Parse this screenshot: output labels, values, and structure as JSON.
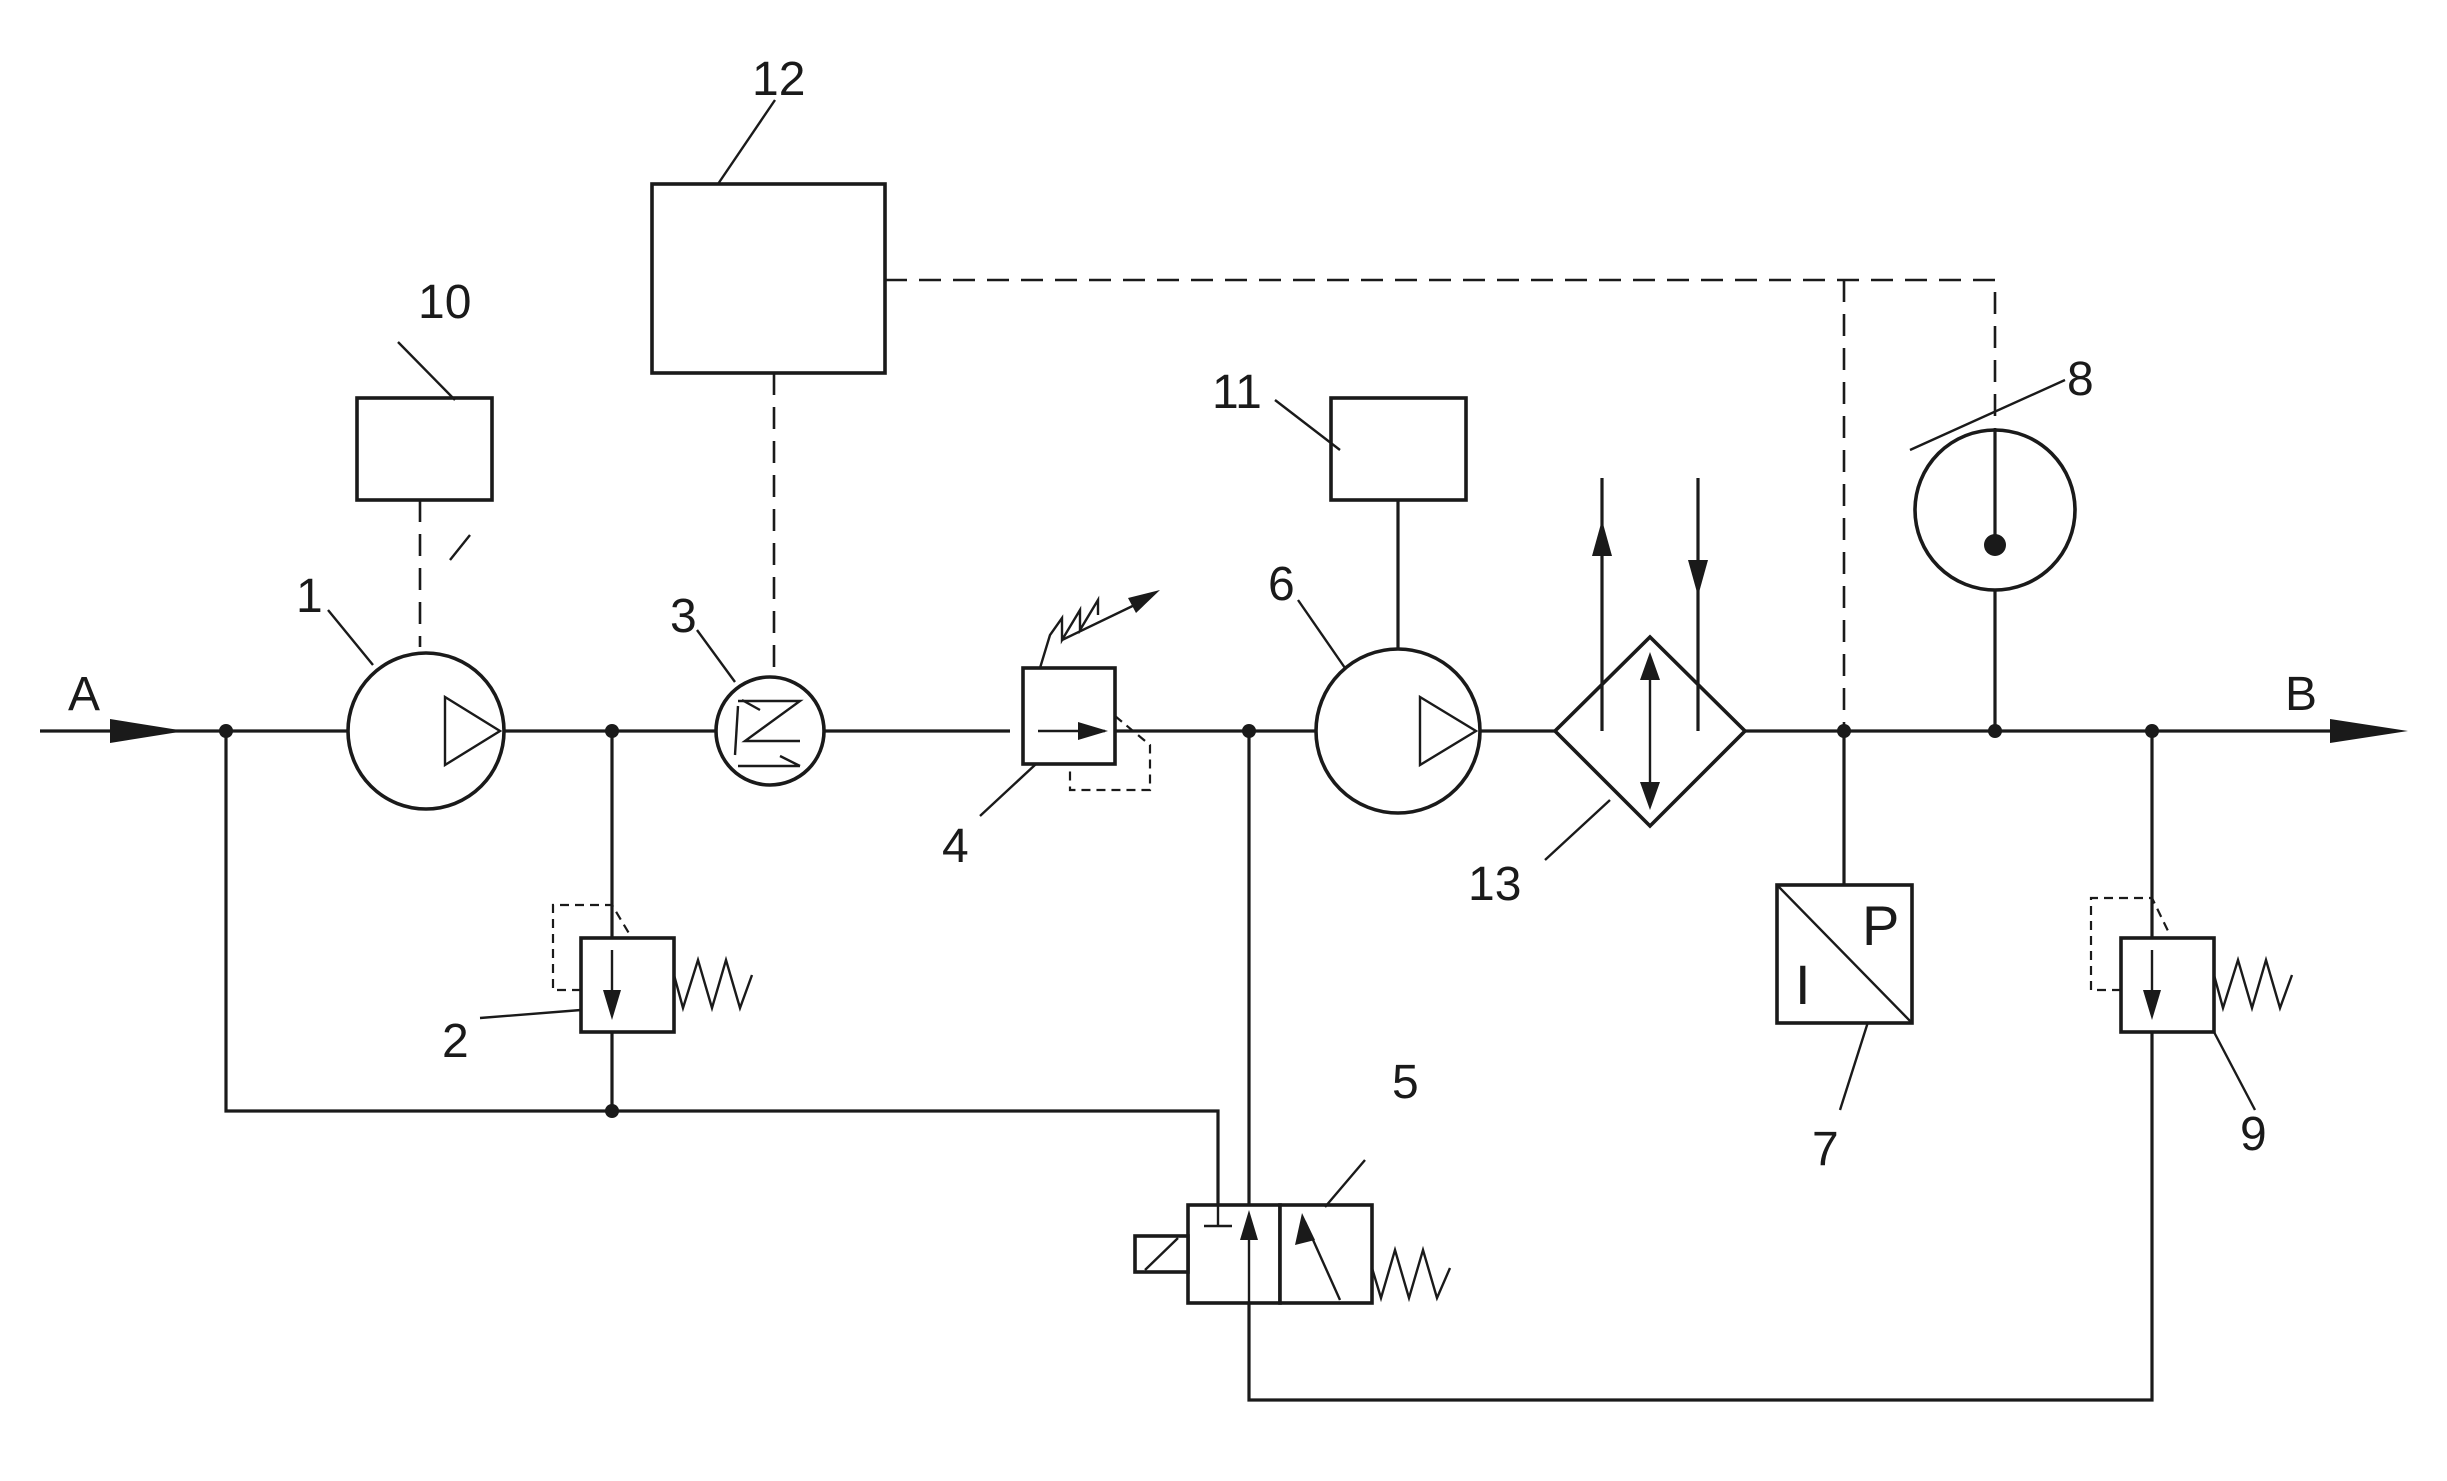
{
  "ports": {
    "inlet": "A",
    "outlet": "B"
  },
  "components": [
    {
      "id": "1",
      "label": "1"
    },
    {
      "id": "2",
      "label": "2"
    },
    {
      "id": "3",
      "label": "3"
    },
    {
      "id": "4",
      "label": "4"
    },
    {
      "id": "5",
      "label": "5"
    },
    {
      "id": "6",
      "label": "6"
    },
    {
      "id": "7",
      "label": "7",
      "symbol_left": "I",
      "symbol_right": "P"
    },
    {
      "id": "8",
      "label": "8"
    },
    {
      "id": "9",
      "label": "9"
    },
    {
      "id": "10",
      "label": "10"
    },
    {
      "id": "11",
      "label": "11"
    },
    {
      "id": "12",
      "label": "12"
    },
    {
      "id": "13",
      "label": "13"
    }
  ]
}
